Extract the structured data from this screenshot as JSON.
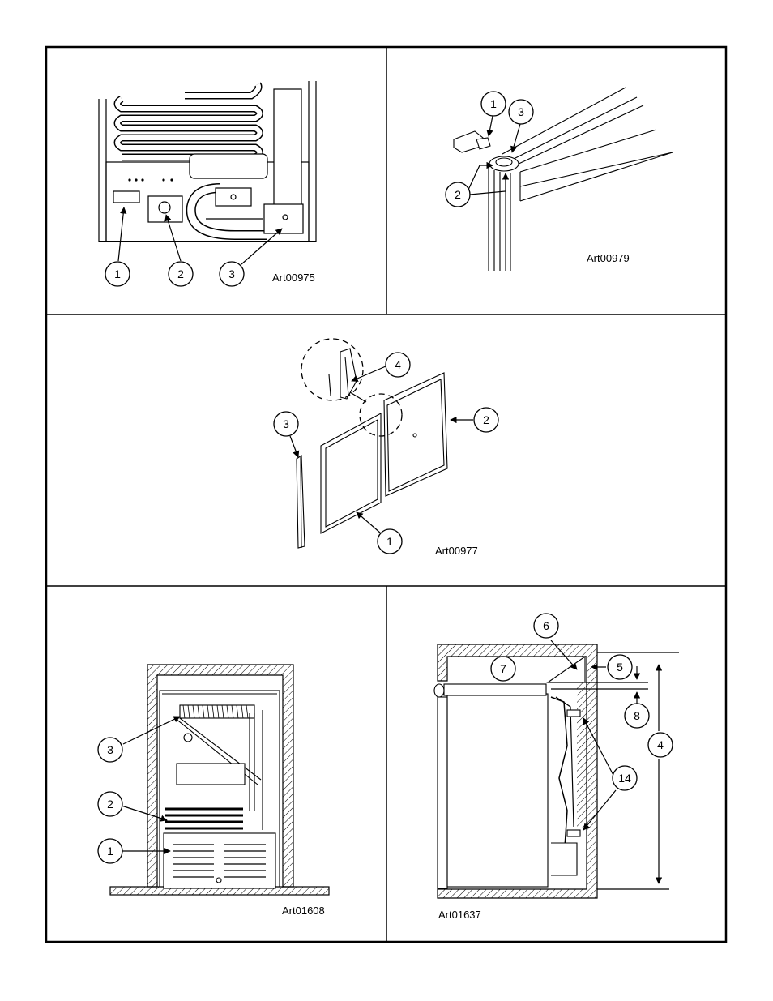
{
  "panels": [
    {
      "id": "p1",
      "art_label": "Art00975",
      "callouts": [
        "1",
        "2",
        "3"
      ]
    },
    {
      "id": "p2",
      "art_label": "Art00979",
      "callouts": [
        "1",
        "3",
        "2"
      ]
    },
    {
      "id": "p3",
      "art_label": "Art00977",
      "callouts": [
        "4",
        "3",
        "2",
        "1"
      ]
    },
    {
      "id": "p4",
      "art_label": "Art01608",
      "callouts": [
        "3",
        "2",
        "1"
      ]
    },
    {
      "id": "p5",
      "art_label": "Art01637",
      "callouts": [
        "6",
        "7",
        "5",
        "8",
        "4",
        "14"
      ]
    }
  ]
}
